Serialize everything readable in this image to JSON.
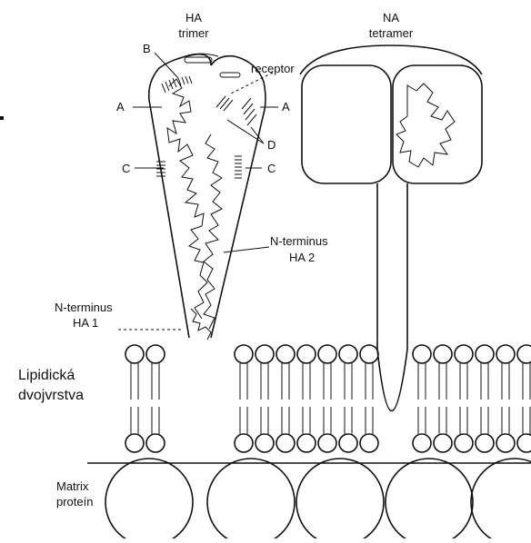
{
  "labels": {
    "ha_title_line1": "HA",
    "ha_title_line2": "trimer",
    "na_title_line1": "NA",
    "na_title_line2": "tetramer",
    "receptor": "receptor",
    "site_a": "A",
    "site_b": "B",
    "site_c": "C",
    "site_d": "D",
    "n_terminus_ha2_line1": "N-terminus",
    "n_terminus_ha2_line2": "HA 2",
    "n_terminus_ha1_line1": "N-terminus",
    "n_terminus_ha1_line2": "HA 1",
    "lipid_bilayer_line1": "Lipidická",
    "lipid_bilayer_line2": "dvojvrstva",
    "matrix_protein_line1": "Matrix",
    "matrix_protein_line2": "proteín"
  }
}
